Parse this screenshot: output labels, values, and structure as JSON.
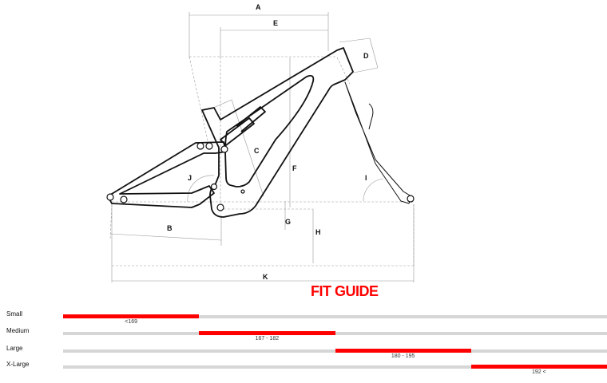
{
  "diagram": {
    "labels": {
      "A": "A",
      "B": "B",
      "C": "C",
      "D": "D",
      "E": "E",
      "F": "F",
      "G": "G",
      "H": "H",
      "I": "I",
      "J": "J",
      "K": "K"
    }
  },
  "fit_guide": {
    "title": "FIT GUIDE",
    "accent_color": "#ff0000",
    "track_color": "#d6d6d6",
    "scale_segments": 4,
    "sizes": [
      {
        "name": "Small",
        "range": "<169",
        "segment": 0
      },
      {
        "name": "Medium",
        "range": "167 - 182",
        "segment": 1
      },
      {
        "name": "Large",
        "range": "180 - 195",
        "segment": 2
      },
      {
        "name": "X-Large",
        "range": "192 <",
        "segment": 3
      }
    ]
  }
}
